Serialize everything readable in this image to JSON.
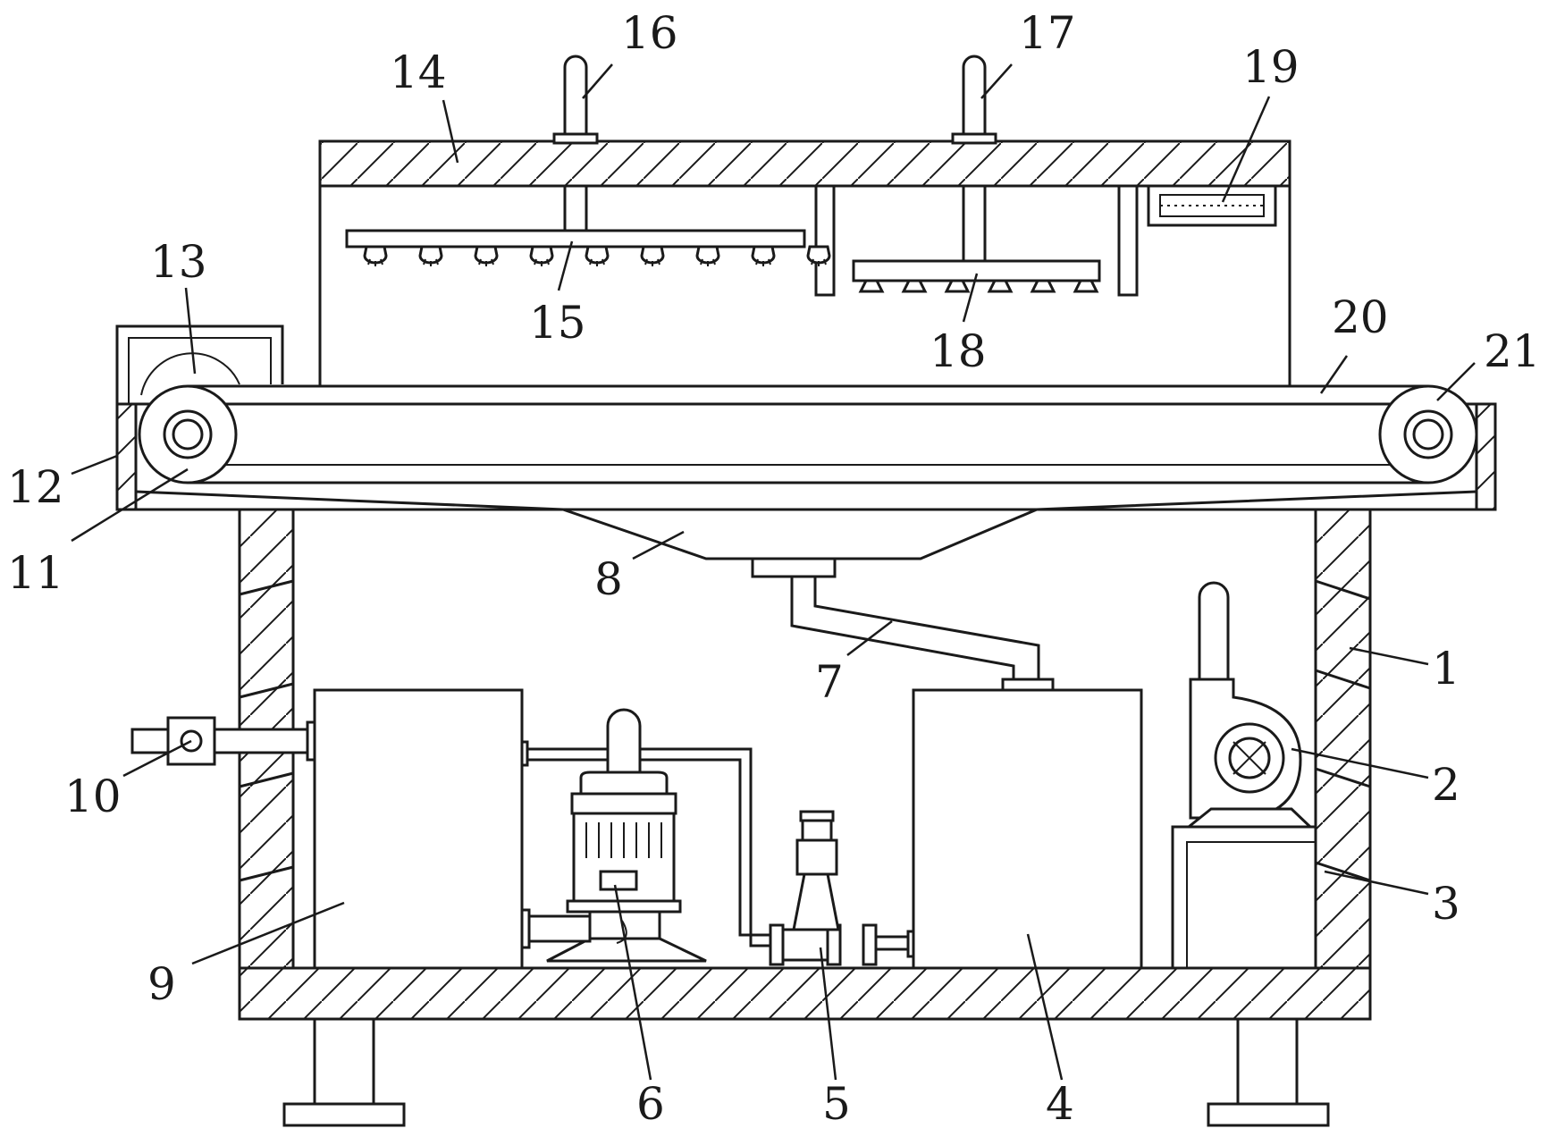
{
  "diagram": {
    "labels": [
      {
        "id": "1",
        "text": "1"
      },
      {
        "id": "2",
        "text": "2"
      },
      {
        "id": "3",
        "text": "3"
      },
      {
        "id": "4",
        "text": "4"
      },
      {
        "id": "5",
        "text": "5"
      },
      {
        "id": "6",
        "text": "6"
      },
      {
        "id": "7",
        "text": "7"
      },
      {
        "id": "8",
        "text": "8"
      },
      {
        "id": "9",
        "text": "9"
      },
      {
        "id": "10",
        "text": "10"
      },
      {
        "id": "11",
        "text": "11"
      },
      {
        "id": "12",
        "text": "12"
      },
      {
        "id": "13",
        "text": "13"
      },
      {
        "id": "14",
        "text": "14"
      },
      {
        "id": "15",
        "text": "15"
      },
      {
        "id": "16",
        "text": "16"
      },
      {
        "id": "17",
        "text": "17"
      },
      {
        "id": "18",
        "text": "18"
      },
      {
        "id": "19",
        "text": "19"
      },
      {
        "id": "20",
        "text": "20"
      },
      {
        "id": "21",
        "text": "21"
      }
    ],
    "colors": {
      "line": "#1a1a1a",
      "background": "#ffffff"
    }
  }
}
